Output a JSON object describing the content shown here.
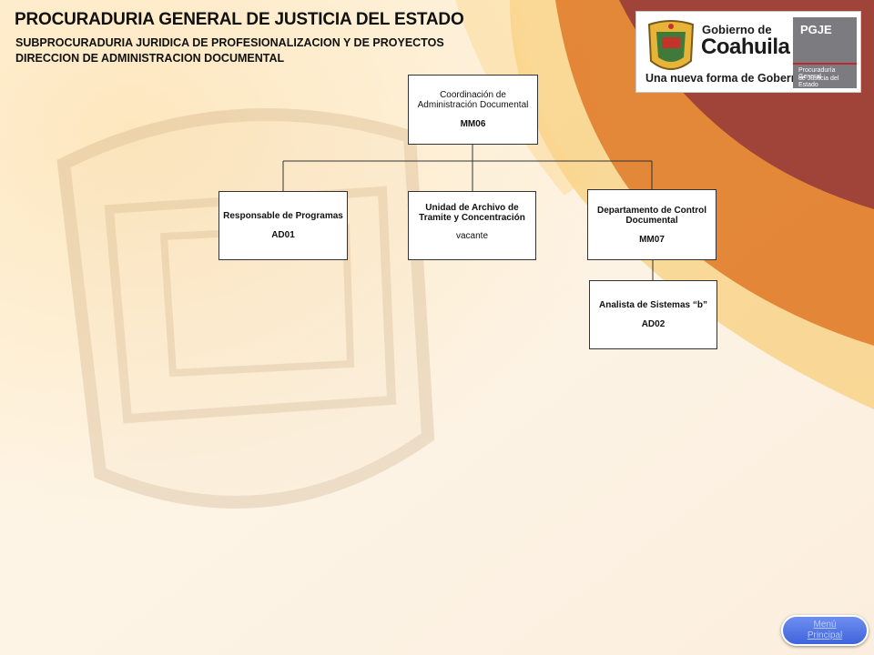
{
  "header": {
    "title": "PROCURADURIA GENERAL DE JUSTICIA DEL ESTADO",
    "subtitle_1": "SUBPROCURADURIA JURIDICA DE PROFESIONALIZACION Y DE PROYECTOS",
    "subtitle_2": "DIRECCION DE ADMINISTRACION DOCUMENTAL"
  },
  "logo": {
    "gov_top": "Gobierno de",
    "gov_name": "Coahuila",
    "slogan": "Una nueva forma de Gobernar",
    "pgje": "PGJE",
    "pgje_line1": "Procuraduría General",
    "pgje_line2": "de Justicia del Estado"
  },
  "org_chart": {
    "root": {
      "title": "Coordinación de Administración Documental",
      "code": "MM06"
    },
    "children": [
      {
        "title": "Responsable de Programas",
        "code": "AD01"
      },
      {
        "title": "Unidad de Archivo de Tramite y Concentración",
        "status": "vacante"
      },
      {
        "title": "Departamento de Control Documental",
        "code": "MM07"
      }
    ],
    "sub_child": {
      "title": "Analista de Sistemas “b”",
      "code": "AD02"
    }
  },
  "menu_button": {
    "line1": "Menú",
    "line2": "Principal"
  },
  "colors": {
    "arc_dark": "#a0443a",
    "arc_orange": "#e07d2e",
    "arc_yellow": "#f5c25a",
    "seal_watermark": "#c9a77a",
    "menu_blue": "#4a6fe0"
  }
}
